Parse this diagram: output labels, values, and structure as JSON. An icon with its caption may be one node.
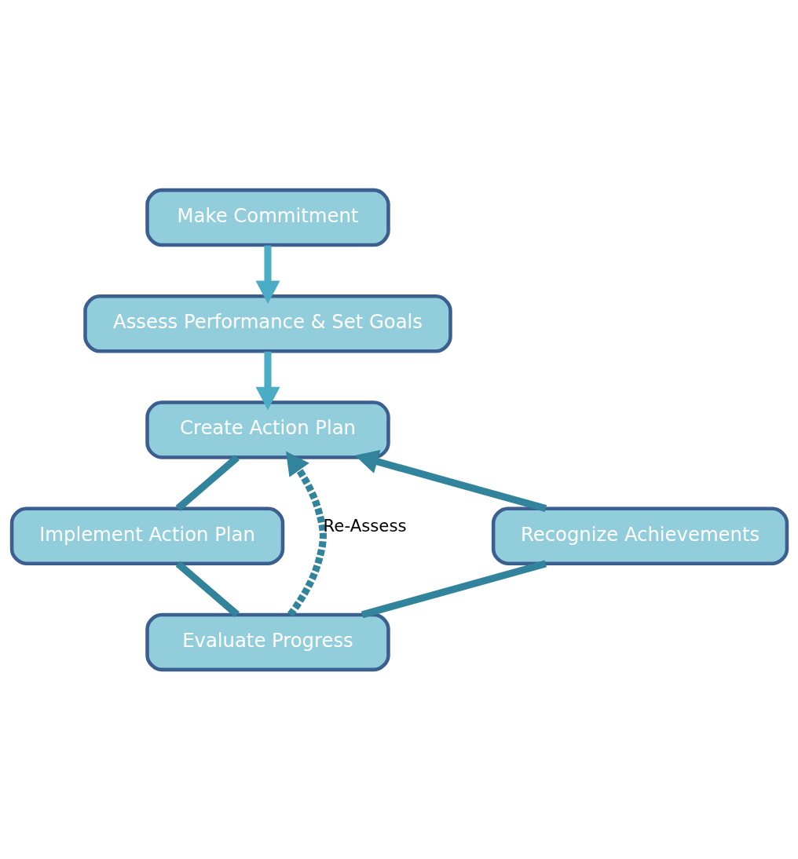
{
  "diagram": {
    "nodes": [
      {
        "text": [
          "Make Commitment"
        ]
      },
      {
        "text": [
          "Assess Performance & Set Goals"
        ]
      },
      {
        "text": [
          "Create Action Plan"
        ]
      },
      {
        "text": [
          "Implement Action Plan"
        ]
      },
      {
        "text": [
          "Evaluate Progress"
        ]
      },
      {
        "text": [
          "Recognize Achievements"
        ]
      }
    ],
    "edges": [
      {
        "from": 0,
        "to": 1,
        "arrow": "to",
        "color": "#4bacc6"
      },
      {
        "from": 1,
        "to": 2,
        "arrow": "to",
        "color": "#4bacc6"
      },
      {
        "from": 2,
        "to": 3,
        "arrow": "none"
      },
      {
        "from": 3,
        "to": 4,
        "arrow": "none"
      },
      {
        "from": 4,
        "to": 5,
        "arrow": "none"
      },
      {
        "from": 5,
        "to": 2,
        "arrow": "to"
      },
      {
        "from": 4,
        "to": 2,
        "arrow": "to",
        "style": "dashed",
        "label": "Re-Assess"
      }
    ]
  }
}
